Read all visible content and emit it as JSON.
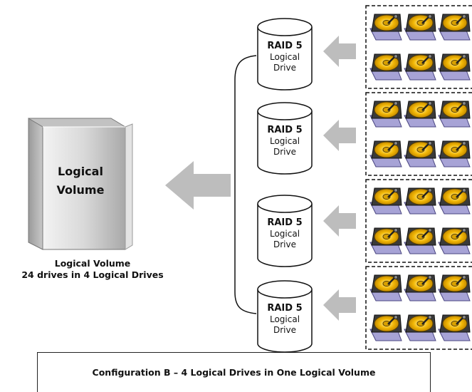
{
  "logical_volume": {
    "book_title": [
      "Logical",
      "Volume"
    ],
    "caption": [
      "Logical Volume",
      "24 drives in 4 Logical Drives"
    ]
  },
  "logical_drives": [
    {
      "name": "RAID 5",
      "line1": "Logical",
      "line2": "Drive"
    },
    {
      "name": "RAID 5",
      "line1": "Logical",
      "line2": "Drive"
    },
    {
      "name": "RAID 5",
      "line1": "Logical",
      "line2": "Drive"
    },
    {
      "name": "RAID 5",
      "line1": "Logical",
      "line2": "Drive"
    }
  ],
  "physical_drive_groups": [
    {
      "drive_count": 6
    },
    {
      "drive_count": 6
    },
    {
      "drive_count": 6
    },
    {
      "drive_count": 6
    }
  ],
  "caption": "Configuration B – 4 Logical Drives in One Logical Volume",
  "colors": {
    "arrow": "#bdbdbd",
    "book": "#d6d6d6",
    "disk_platter": "#f2b705",
    "disk_base": "#a7a3d6"
  },
  "icons": [
    "book-icon",
    "arrow-icon",
    "cylinder-icon",
    "hard-disk-icon"
  ]
}
